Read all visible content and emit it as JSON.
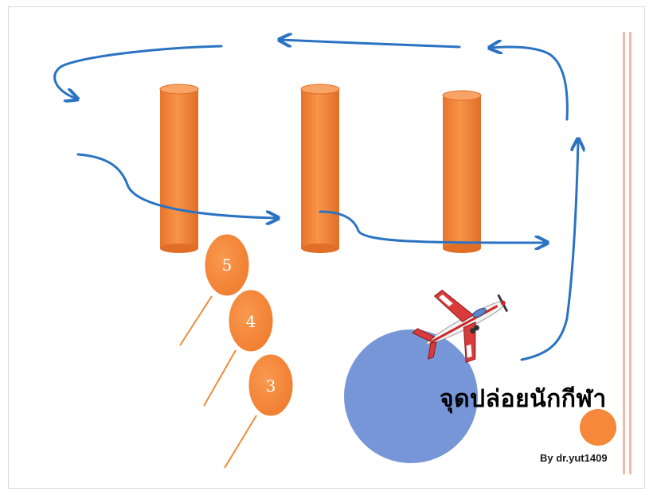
{
  "colors": {
    "pylon": "#f58a3c",
    "pylon_dark": "#d86a22",
    "arrow": "#2a73c2",
    "landing_zone": "#7796d8",
    "stripe": "#f6b8a8",
    "target": "#f5883a"
  },
  "balloons": [
    {
      "label": "5"
    },
    {
      "label": "4"
    },
    {
      "label": "3"
    }
  ],
  "landing_zone_label": "จุดปล่อยนักกีฬา",
  "credit": "By dr.yut1409",
  "icons": {
    "aircraft": "airplane-icon",
    "target": "target-marker-icon"
  }
}
